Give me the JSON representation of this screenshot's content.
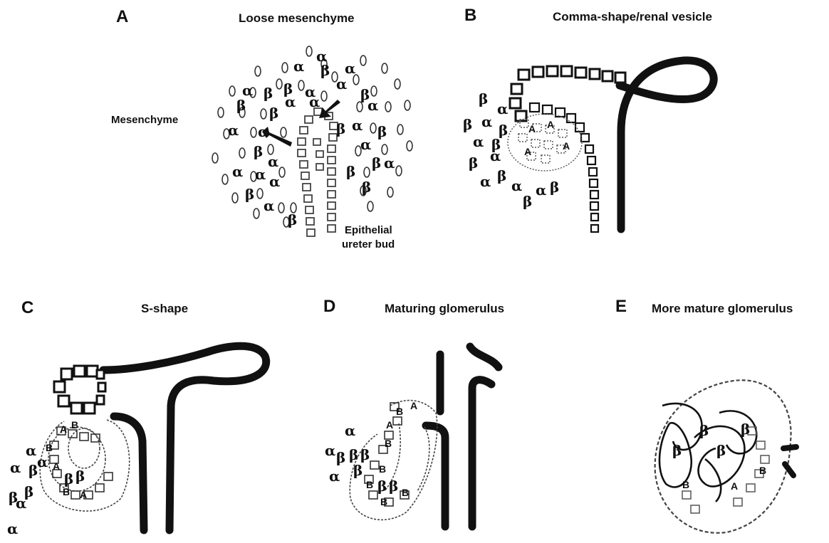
{
  "panels": [
    {
      "letter": "A",
      "title": "Loose mesenchyme"
    },
    {
      "letter": "B",
      "title": "Comma-shape/renal vesicle"
    },
    {
      "letter": "C",
      "title": "S-shape"
    },
    {
      "letter": "D",
      "title": "Maturing glomerulus"
    },
    {
      "letter": "E",
      "title": "More mature glomerulus"
    }
  ],
  "annotations": {
    "mesenchyme": "Mesenchyme",
    "ureter_bud_line1": "Epithelial",
    "ureter_bud_line2": "ureter bud"
  },
  "glyphs": {
    "alpha": "α",
    "beta": "β",
    "A": "A",
    "B": "B"
  }
}
